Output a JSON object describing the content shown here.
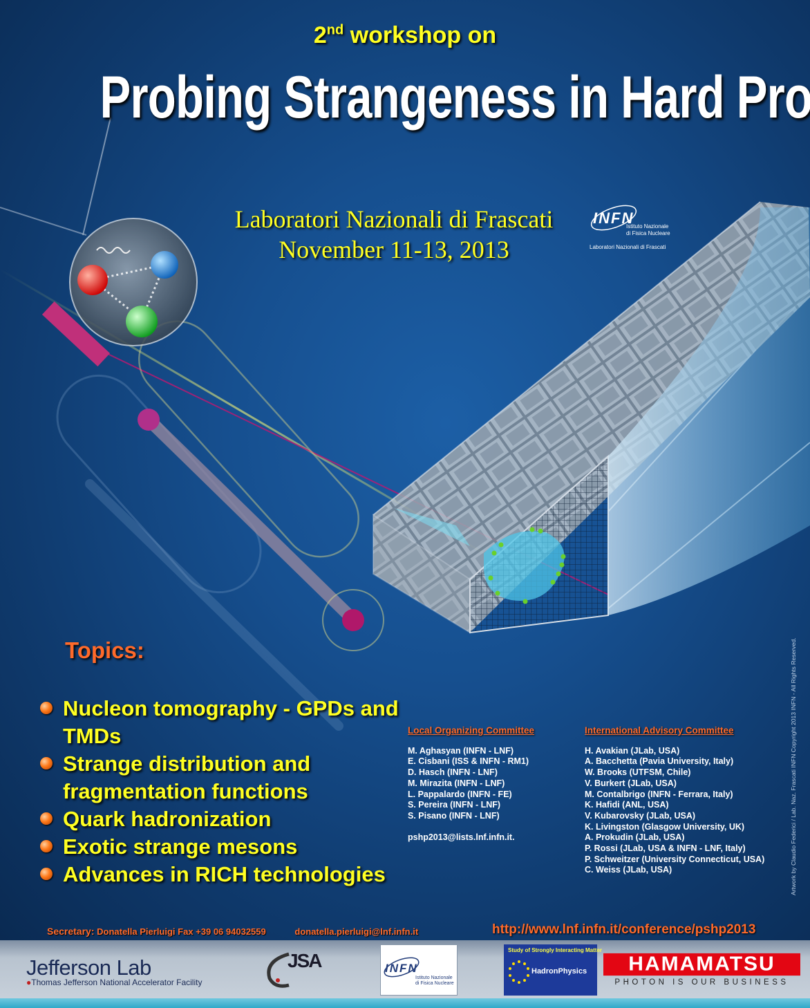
{
  "header": {
    "ordinal": "2",
    "ordinal_suffix": "nd",
    "pre_title": "workshop on",
    "title": "Probing Strangeness in Hard Processes"
  },
  "venue": {
    "place": "Laboratori Nazionali di Frascati",
    "dates": "November 11-13, 2013"
  },
  "infn_logo": {
    "mark": "INFN",
    "line1": "Istituto Nazionale",
    "line2": "di Fisica Nucleare",
    "lab": "Laboratori Nazionali di Frascati"
  },
  "topics": {
    "heading": "Topics:",
    "items": [
      "Nucleon tomography - GPDs and TMDs",
      "Strange distribution and fragmentation functions",
      "Quark hadronization",
      "Exotic strange mesons",
      "Advances in RICH technologies"
    ]
  },
  "local_committee": {
    "heading": "Local Organizing Committee",
    "members": [
      "M. Aghasyan (INFN - LNF)",
      "E. Cisbani (ISS & INFN - RM1)",
      "D. Hasch (INFN - LNF)",
      "M. Mirazita (INFN - LNF)",
      "L. Pappalardo (INFN - FE)",
      "S. Pereira (INFN - LNF)",
      "S. Pisano (INFN - LNF)"
    ],
    "email": "pshp2013@lists.lnf.infn.it."
  },
  "advisory_committee": {
    "heading": "International Advisory Committee",
    "members": [
      "H. Avakian  (JLab, USA)",
      "A. Bacchetta (Pavia University, Italy)",
      "W. Brooks (UTFSM, Chile)",
      "V. Burkert (JLab, USA)",
      "M. Contalbrigo (INFN - Ferrara, Italy)",
      "K. Hafidi (ANL, USA)",
      "V. Kubarovsky (JLab, USA)",
      "K. Livingston (Glasgow University, UK)",
      "A. Prokudin (JLab, USA)",
      "P. Rossi (JLab, USA & INFN - LNF, Italy)",
      "P. Schweitzer (University Connecticut, USA)",
      "C. Weiss (JLab, USA)"
    ]
  },
  "credit": "Artwork by Claudio Federici / Lab. Naz. Frascati INFN Copyright 2013 INFN - All Rights Reserved.",
  "footer": {
    "secretary_label": "Secretary:",
    "secretary_info": "Donatella Pierluigi  Fax  +39 06 94032559",
    "secretary_email": "donatella.pierluigi@lnf.infn.it",
    "website": "http://www.lnf.infn.it/conference/pshp2013"
  },
  "sponsors": {
    "jlab_name": "Jefferson Lab",
    "jlab_sub": "Thomas Jefferson National Accelerator Facility",
    "jsa": "JSA",
    "infn_mark": "INFN",
    "infn_line1": "Istituto Nazionale",
    "infn_line2": "di Fisica Nucleare",
    "hp_top": "Study of Strongly Interacting Matter",
    "hp_name": "HadronPhysics",
    "hama_name": "HAMAMATSU",
    "hama_tag": "PHOTON IS OUR BUSINESS"
  },
  "colors": {
    "accent_yellow": "#ffff22",
    "accent_orange": "#ff6a2a",
    "hamamatsu_red": "#e30613"
  }
}
